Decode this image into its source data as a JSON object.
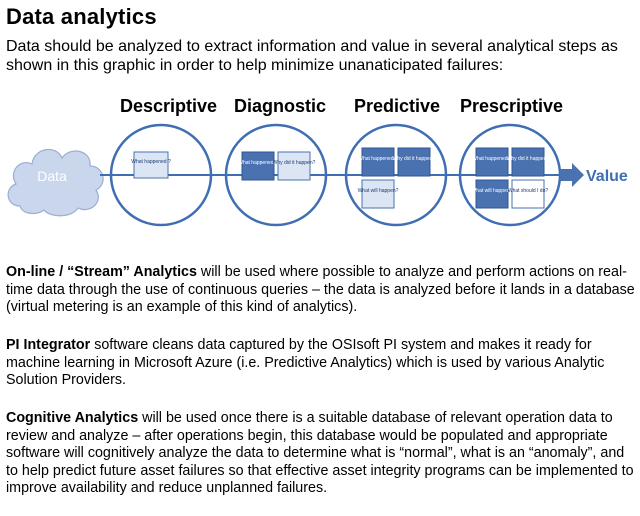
{
  "title": "Data analytics",
  "intro": "Data should be analyzed to extract information and value in several analytical steps as shown in this graphic in order to help minimize unanaticipated failures:",
  "diagram": {
    "input_label": "Data",
    "output_label": "Value",
    "stages": [
      {
        "label": "Descriptive",
        "boxes": [
          "What happened ?"
        ]
      },
      {
        "label": "Diagnostic",
        "boxes": [
          "What happened ?",
          "Why did it happen?"
        ]
      },
      {
        "label": "Predictive",
        "boxes": [
          "What happened ?",
          "Why did it happen?",
          "What will happen?"
        ]
      },
      {
        "label": "Prescriptive",
        "boxes": [
          "What happened ?",
          "Why did it happen?",
          "What will happen?",
          "What should I do?"
        ]
      }
    ],
    "colors": {
      "ring": "#3f6eb3",
      "box_dark": "#4a72b0",
      "box_light": "#dbe5f4",
      "cloud": "#c9d6ec",
      "value": "#3f6eb3"
    }
  },
  "paragraphs": [
    {
      "bold": "On-line / “Stream” Analytics",
      "rest": " will be used where possible to analyze and perform actions on real-time data through the use of continuous queries – the data is analyzed before it lands in a database (virtual metering is an example of this kind of analytics)."
    },
    {
      "bold": "PI Integrator",
      "rest": " software cleans data captured by the OSIsoft PI system and makes it ready for machine learning in Microsoft Azure (i.e. Predictive Analytics) which is used by various Analytic Solution Providers."
    },
    {
      "bold": "Cognitive Analytics",
      "rest": " will be used once there is a suitable database of relevant operation data to review and analyze – after operations begin, this database would be populated and appropriate software will cognitively analyze the data to determine what is “normal”, what is an “anomaly”, and to help predict future asset failures so that effective asset integrity programs can be implemented to improve availability and reduce unplanned failures."
    }
  ]
}
